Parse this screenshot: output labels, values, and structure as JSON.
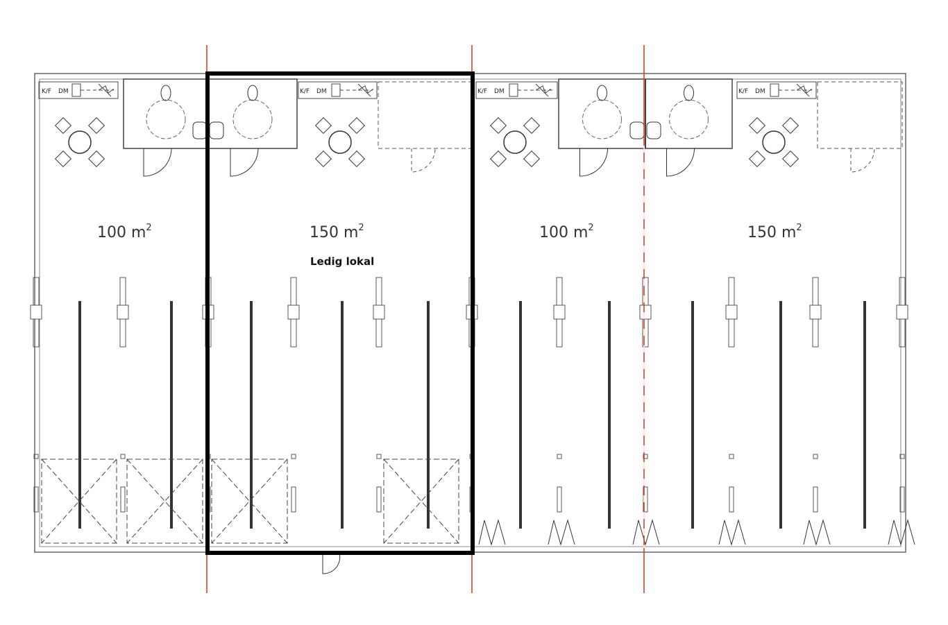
{
  "units": [
    {
      "area": "100 m",
      "sup": "2"
    },
    {
      "area": "150 m",
      "sup": "2",
      "status": "Ledig lokal"
    },
    {
      "area": "100 m",
      "sup": "2"
    },
    {
      "area": "150 m",
      "sup": "2"
    }
  ],
  "kitchen": {
    "kf": "K/F",
    "dm": "DM"
  },
  "colors": {
    "wall": "#555555",
    "highlight": "#000000",
    "divider": "#d9341c"
  }
}
